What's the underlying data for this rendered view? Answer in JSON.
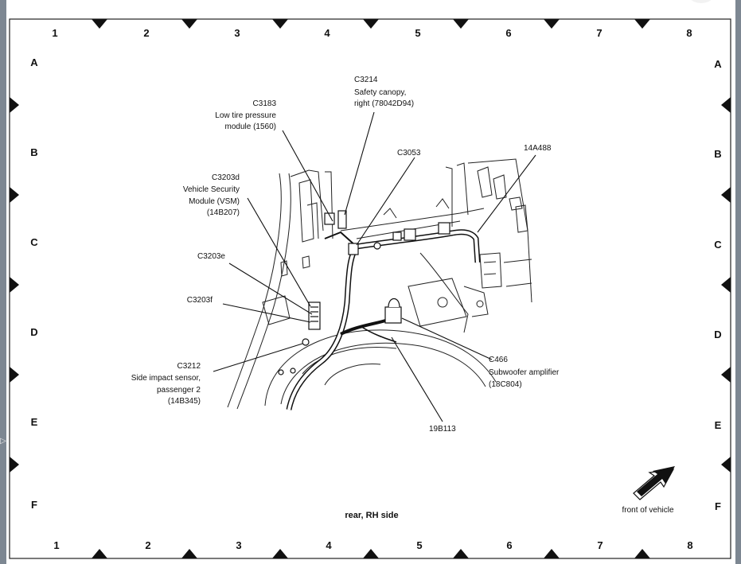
{
  "grid": {
    "columns": [
      "1",
      "2",
      "3",
      "4",
      "5",
      "6",
      "7",
      "8"
    ],
    "rows": [
      "A",
      "B",
      "C",
      "D",
      "E",
      "F"
    ]
  },
  "callouts": {
    "c3183": {
      "id": "C3183",
      "lines": [
        "Low tire pressure",
        "module (1560)"
      ]
    },
    "c3214": {
      "id": "C3214",
      "lines": [
        "Safety canopy,",
        "right (78042D94)"
      ]
    },
    "c3053": {
      "id": "C3053"
    },
    "c14a488": {
      "id": "14A488"
    },
    "c3203d": {
      "id": "C3203d",
      "lines": [
        "Vehicle Security",
        "Module (VSM)",
        "(14B207)"
      ]
    },
    "c3203e": {
      "id": "C3203e"
    },
    "c3203f": {
      "id": "C3203f"
    },
    "c3212": {
      "id": "C3212",
      "lines": [
        "Side impact sensor,",
        "passenger 2",
        "(14B345)"
      ]
    },
    "c466": {
      "id": "C466",
      "lines": [
        "Subwoofer amplifier",
        "(18C804)"
      ]
    },
    "c19b113": {
      "id": "19B113"
    }
  },
  "caption": "rear, RH side",
  "front_label": "front of vehicle",
  "colors": {
    "paper": "#ffffff",
    "ink": "#111111",
    "backdrop": "#7d8792"
  }
}
